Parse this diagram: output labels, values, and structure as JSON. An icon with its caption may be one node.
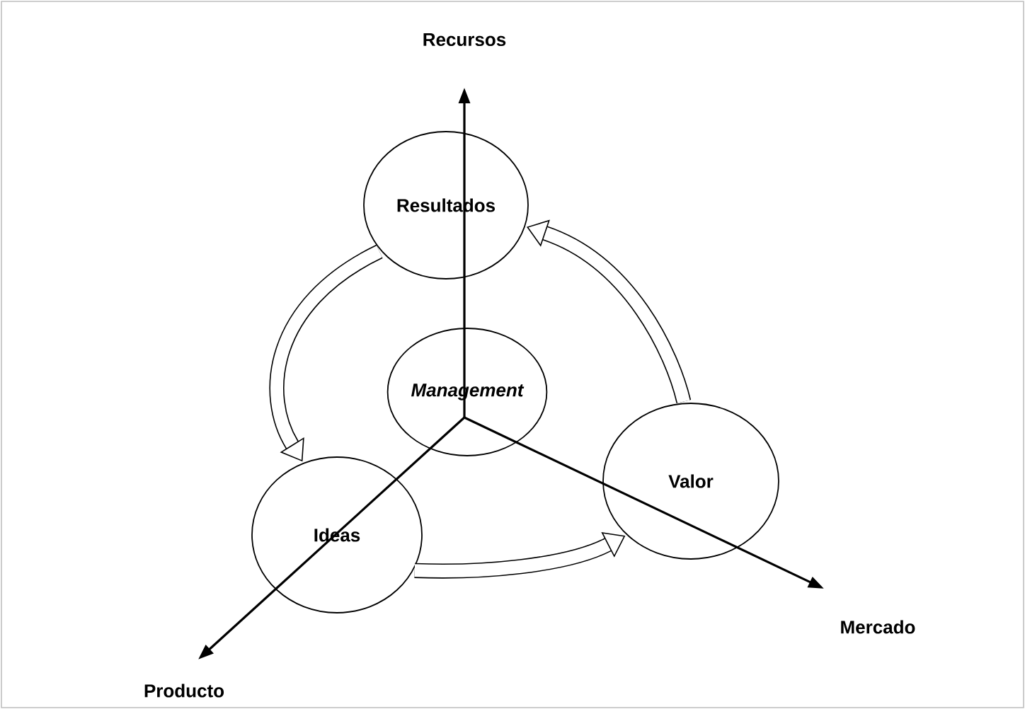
{
  "diagram": {
    "nodes": [
      {
        "text": [
          "Resultados"
        ]
      },
      {
        "text": [
          "Management"
        ]
      },
      {
        "text": [
          "Valor"
        ]
      },
      {
        "text": [
          "Ideas"
        ]
      }
    ],
    "edges": [
      {
        "from": 0,
        "to": 3,
        "arrow": "to"
      },
      {
        "from": 3,
        "to": 2,
        "arrow": "to"
      },
      {
        "from": 2,
        "to": 0,
        "arrow": "to"
      }
    ],
    "labels": [
      "Recursos",
      "Mercado",
      "Producto"
    ]
  }
}
